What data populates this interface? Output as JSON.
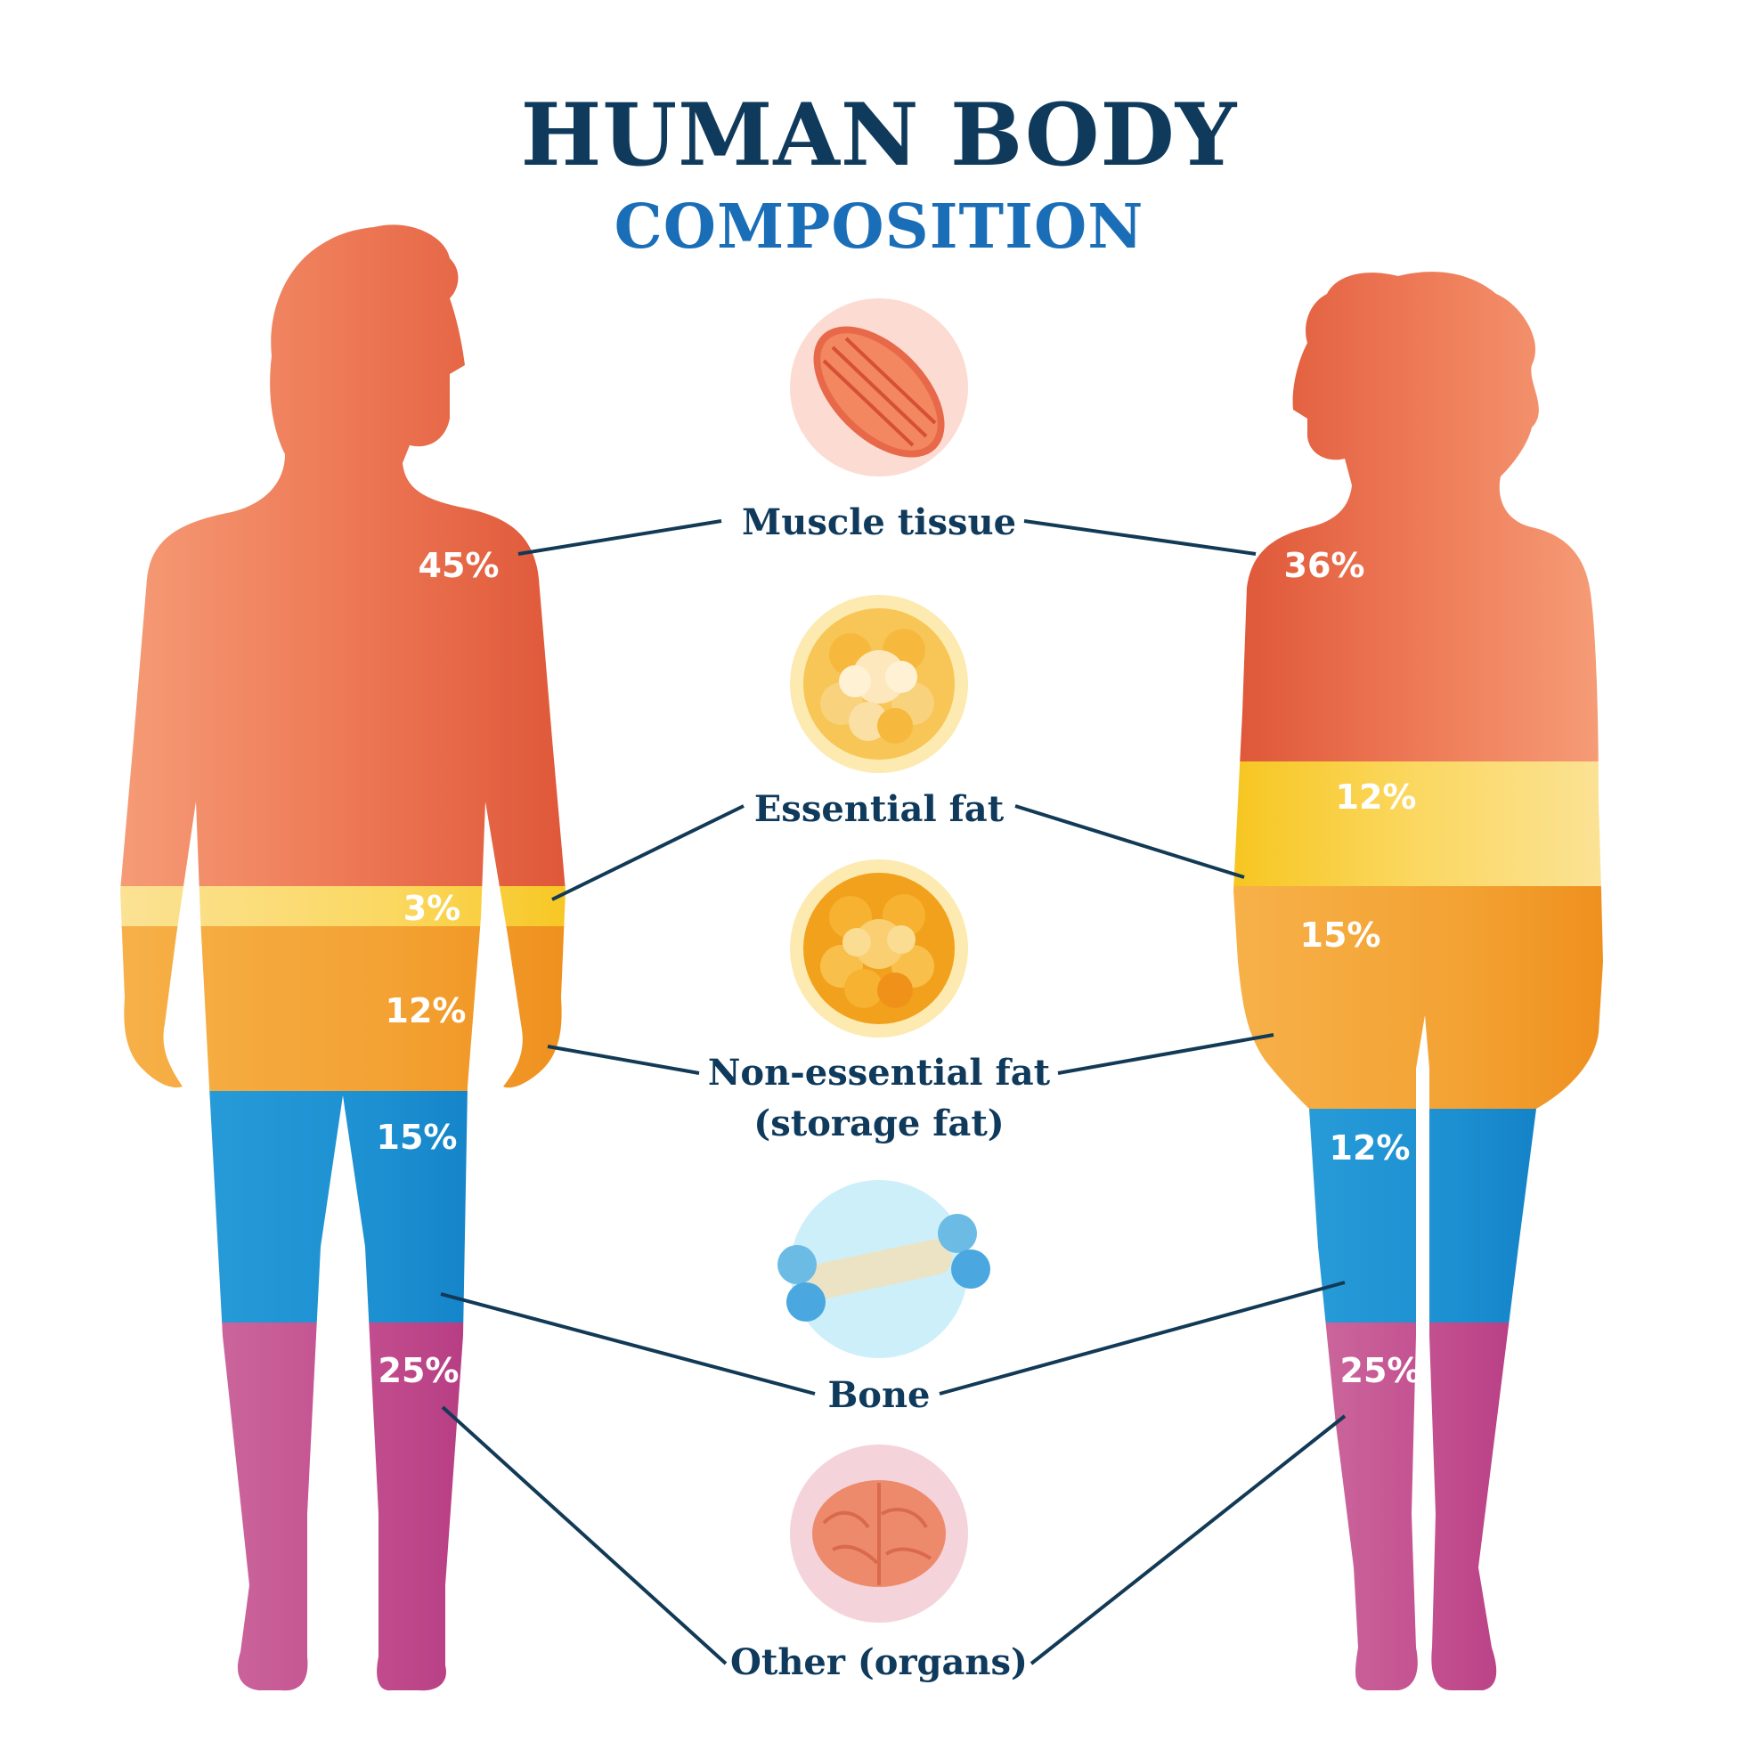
{
  "title": "HUMAN BODY",
  "subtitle": "COMPOSITION",
  "categories": {
    "muscle": "Muscle tissue",
    "essential_fat": "Essential fat",
    "storage_fat_line1": "Non-essential fat",
    "storage_fat_line2": "(storage fat)",
    "bone": "Bone",
    "other": "Other (organs)"
  },
  "male": {
    "muscle": "45%",
    "essential_fat": "3%",
    "storage_fat": "12%",
    "bone": "15%",
    "other": "25%"
  },
  "female": {
    "muscle": "36%",
    "essential_fat": "12%",
    "storage_fat": "15%",
    "bone": "12%",
    "other": "25%"
  },
  "colors": {
    "muscle": "#e8684a",
    "essential_fat": "#f9d24a",
    "storage_fat": "#f3a233",
    "bone": "#1b8fd0",
    "other": "#c04a8c",
    "title": "#0f3a5c",
    "subtitle": "#1a6eb8"
  },
  "icons": [
    "muscle-fiber-icon",
    "essential-fat-cell-icon",
    "storage-fat-cell-icon",
    "bone-icon",
    "brain-icon"
  ]
}
